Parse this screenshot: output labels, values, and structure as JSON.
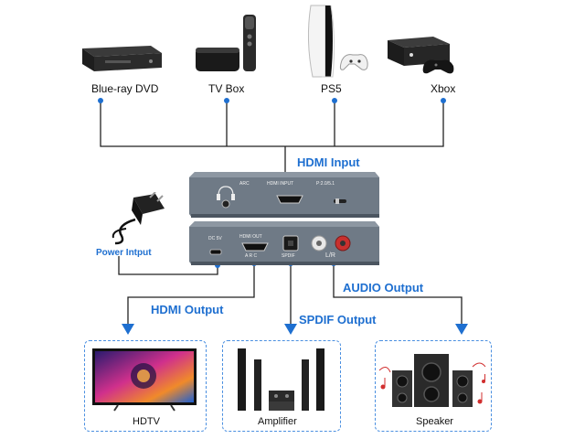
{
  "sources": [
    {
      "label": "Blue-ray DVD",
      "icon": "bluray-player-icon"
    },
    {
      "label": "TV Box",
      "icon": "tv-box-icon"
    },
    {
      "label": "PS5",
      "icon": "ps5-console-icon"
    },
    {
      "label": "Xbox",
      "icon": "xbox-console-icon"
    }
  ],
  "labels": {
    "hdmi_input": "HDMI Input",
    "power_input": "Power Intput",
    "hdmi_output": "HDMI Output",
    "spdif_output": "SPDIF Output",
    "audio_output": "AUDIO Output"
  },
  "device": {
    "top_panel": {
      "arc": "ARC",
      "hdmi_input": "HDMI INPUT",
      "mode": "P:2.0/5.1"
    },
    "bottom_panel": {
      "dc": "DC 5V",
      "hdmi_out": "HDMI OUT",
      "arc": "A R C",
      "spdif": "SPDIF",
      "lr": "L/R"
    }
  },
  "outputs": [
    {
      "label": "HDTV",
      "icon": "hdtv-icon"
    },
    {
      "label": "Amplifier",
      "icon": "amplifier-speakers-icon"
    },
    {
      "label": "Speaker",
      "icon": "speaker-system-icon"
    }
  ],
  "colors": {
    "accent": "#1e6fd0",
    "device_body": "#6f7a86",
    "cable": "#222222",
    "box_border": "#4a8fe0"
  }
}
